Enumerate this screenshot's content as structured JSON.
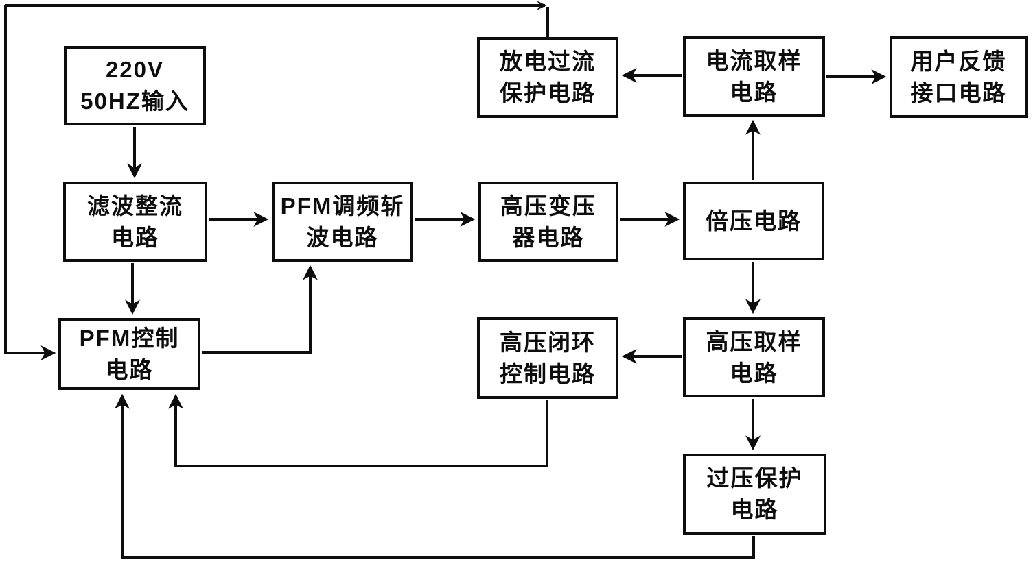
{
  "diagram": {
    "background_color": "#ffffff",
    "line_color": "#0d0d0d",
    "nodes": [
      {
        "id": "ac-input",
        "line1": "220V",
        "line2": "50HZ输入"
      },
      {
        "id": "filter-rectifier",
        "line1": "滤波整流",
        "line2": "电路"
      },
      {
        "id": "pfm-chopper",
        "line1": "PFM调频斩",
        "line2": "波电路"
      },
      {
        "id": "hv-transformer",
        "line1": "高压变压",
        "line2": "器电路"
      },
      {
        "id": "voltage-doubler",
        "line1": "倍压电路"
      },
      {
        "id": "discharge-overcurrent-protection",
        "line1": "放电过流",
        "line2": "保护电路"
      },
      {
        "id": "current-sampling",
        "line1": "电流取样",
        "line2": "电路"
      },
      {
        "id": "user-feedback-interface",
        "line1": "用户反馈",
        "line2": "接口电路"
      },
      {
        "id": "pfm-control",
        "line1": "PFM控制",
        "line2": "电路"
      },
      {
        "id": "hv-closed-loop-control",
        "line1": "高压闭环",
        "line2": "控制电路"
      },
      {
        "id": "hv-sampling",
        "line1": "高压取样",
        "line2": "电路"
      },
      {
        "id": "overvoltage-protection",
        "line1": "过压保护",
        "line2": "电路"
      }
    ],
    "edges": [
      {
        "from": "ac-input",
        "to": "filter-rectifier"
      },
      {
        "from": "filter-rectifier",
        "to": "pfm-chopper"
      },
      {
        "from": "pfm-chopper",
        "to": "hv-transformer"
      },
      {
        "from": "hv-transformer",
        "to": "voltage-doubler"
      },
      {
        "from": "voltage-doubler",
        "to": "current-sampling"
      },
      {
        "from": "current-sampling",
        "to": "discharge-overcurrent-protection"
      },
      {
        "from": "current-sampling",
        "to": "user-feedback-interface"
      },
      {
        "from": "voltage-doubler",
        "to": "hv-sampling"
      },
      {
        "from": "hv-sampling",
        "to": "hv-closed-loop-control"
      },
      {
        "from": "hv-sampling",
        "to": "overvoltage-protection"
      },
      {
        "from": "filter-rectifier",
        "to": "pfm-control"
      },
      {
        "from": "pfm-control",
        "to": "pfm-chopper"
      },
      {
        "from": "discharge-overcurrent-protection",
        "to": "pfm-control"
      },
      {
        "from": "hv-closed-loop-control",
        "to": "pfm-control"
      },
      {
        "from": "overvoltage-protection",
        "to": "pfm-control"
      }
    ]
  }
}
